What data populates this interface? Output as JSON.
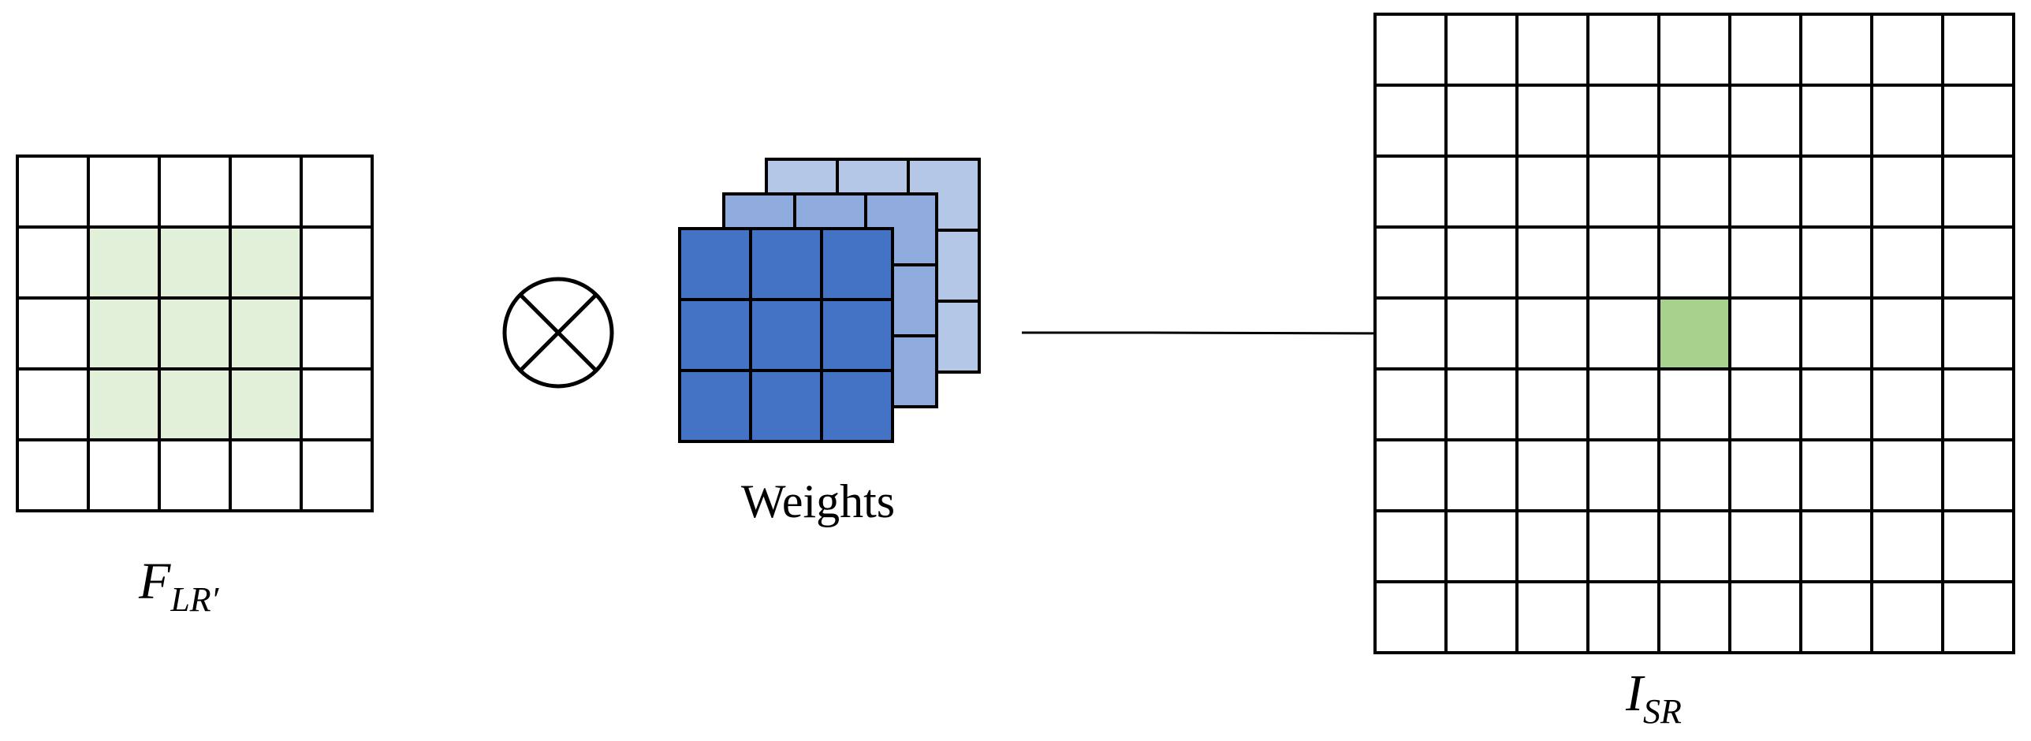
{
  "input_grid": {
    "rows": 5,
    "cols": 5,
    "highlight": {
      "row_start": 1,
      "col_start": 1,
      "size": 3
    },
    "highlight_color": "#e2efd9",
    "label_main": "F",
    "label_sub": "LR′"
  },
  "operator": {
    "symbol": "otimes-icon"
  },
  "weights": {
    "label": "Weights",
    "grid_size": 3,
    "layers": 3,
    "colors": [
      "#b4c7e7",
      "#8faadc",
      "#4472c4"
    ]
  },
  "output_grid": {
    "rows": 9,
    "cols": 9,
    "highlight": {
      "row": 4,
      "col": 4
    },
    "highlight_color": "#a9d18e",
    "label_main": "I",
    "label_sub": "SR"
  },
  "colors": {
    "stroke": "#000000",
    "background": "#ffffff"
  }
}
